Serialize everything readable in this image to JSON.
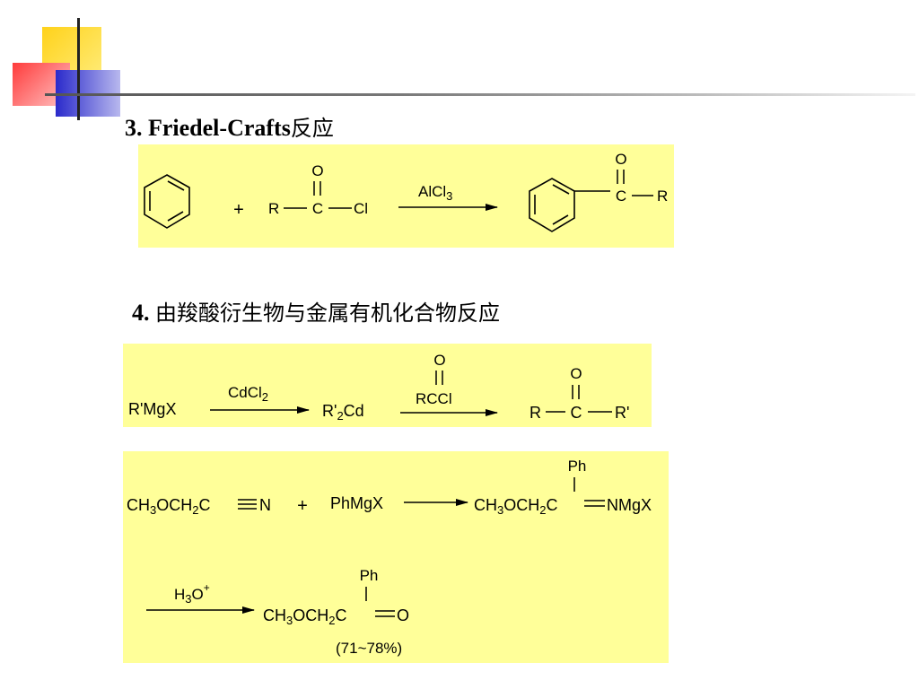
{
  "colors": {
    "accent_yellow": "#ffcc00",
    "accent_red": "#ff5a5a",
    "accent_blue": "#3333cc",
    "panel_fill": "#ffff99"
  },
  "section3": {
    "number": "3.",
    "title_latin": "Friedel-Crafts",
    "title_cn": "反应"
  },
  "section4": {
    "number": "4.",
    "title_cn": "由羧酸衍生物与金属有机化合物反应"
  },
  "rxn1": {
    "plus": "+",
    "acyl_o": "O",
    "acyl_r": "R",
    "acyl_c": "C",
    "acyl_cl": "Cl",
    "reagent": "AlCl",
    "reagent_sub": "3",
    "prod_o": "O",
    "prod_c": "C",
    "prod_r": "R"
  },
  "rxn2": {
    "start": "R'MgX",
    "reagent1": "CdCl",
    "reagent1_sub": "2",
    "intermediate_a": "R'",
    "intermediate_sub": "2",
    "intermediate_b": "Cd",
    "reagent2_o": "O",
    "reagent2": "RCCl",
    "prod_o": "O",
    "prod_r": "R",
    "prod_c": "C",
    "prod_r2": "R'"
  },
  "rxn3": {
    "nitrile_a": "CH",
    "sub3": "3",
    "nitrile_b": "OCH",
    "sub2": "2",
    "nitrile_c": "C",
    "nitrile_n": "N",
    "plus": "+",
    "grignard": "PhMgX",
    "imine_ph": "Ph",
    "imine_end": "NMgX",
    "reagent_a": "H",
    "reagent_sub": "3",
    "reagent_b": "O",
    "reagent_sup": "+",
    "ketone_ph": "Ph",
    "ketone_o": "O",
    "yield": "(71~78%)"
  }
}
